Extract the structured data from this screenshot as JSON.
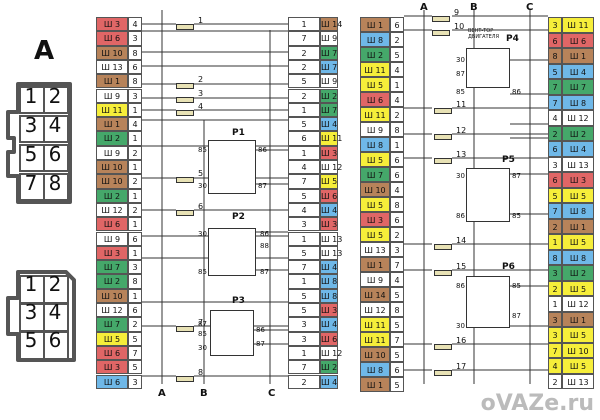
{
  "connector_label": "A",
  "connector8_pins": [
    "1",
    "2",
    "3",
    "4",
    "5",
    "6",
    "7",
    "8"
  ],
  "connector6_pins": [
    "1",
    "2",
    "3",
    "4",
    "5",
    "6"
  ],
  "bus_labels": {
    "A": "A",
    "B": "B",
    "C": "C"
  },
  "fuse_numbers": [
    "1",
    "2",
    "3",
    "4",
    "5",
    "6",
    "7",
    "8",
    "9",
    "10",
    "11",
    "12",
    "13",
    "14",
    "15",
    "16",
    "17"
  ],
  "relays": [
    {
      "label": "P1",
      "pins": [
        "85",
        "86",
        "30",
        "87"
      ]
    },
    {
      "label": "P2",
      "pins": [
        "30",
        "86",
        "88",
        "85",
        "87"
      ]
    },
    {
      "label": "P3",
      "pins": [
        "87",
        "85",
        "30",
        "86",
        "87"
      ]
    },
    {
      "label": "P4",
      "pins": [
        "30",
        "87",
        "85",
        "86"
      ],
      "note": "ВЕНТ-ТОР ДВИГАТЕЛЯ"
    },
    {
      "label": "P5",
      "pins": [
        "30",
        "87",
        "86",
        "85"
      ]
    },
    {
      "label": "P6",
      "pins": [
        "86",
        "85",
        "30",
        "87"
      ]
    }
  ],
  "colors": {
    "red": "#e06666",
    "brown": "#b7835a",
    "yellow": "#f6ee3a",
    "green": "#45a86a",
    "blue": "#6fb8e8",
    "white": "#ffffff",
    "gray": "#c8c8c8"
  },
  "col1": [
    {
      "l": "Ш 3",
      "n": "4",
      "c": "red"
    },
    {
      "l": "Ш 6",
      "n": "3",
      "c": "red"
    },
    {
      "l": "Ш 10",
      "n": "8",
      "c": "brown"
    },
    {
      "l": "Ш 13",
      "n": "6",
      "c": "white"
    },
    {
      "l": "Ш 1",
      "n": "8",
      "c": "brown"
    },
    {
      "l": "Ш 9",
      "n": "3",
      "c": "white"
    },
    {
      "l": "Ш 11",
      "n": "1",
      "c": "yellow"
    },
    {
      "l": "Ш 1",
      "n": "4",
      "c": "brown"
    },
    {
      "l": "Ш 2",
      "n": "1",
      "c": "green"
    },
    {
      "l": "Ш 9",
      "n": "2",
      "c": "white"
    },
    {
      "l": "Ш 10",
      "n": "1",
      "c": "brown"
    },
    {
      "l": "Ш 10",
      "n": "2",
      "c": "brown"
    },
    {
      "l": "Ш 2",
      "n": "1",
      "c": "green"
    },
    {
      "l": "Ш 12",
      "n": "2",
      "c": "white"
    },
    {
      "l": "Ш 6",
      "n": "1",
      "c": "red"
    },
    {
      "l": "Ш 9",
      "n": "6",
      "c": "white"
    },
    {
      "l": "Ш 3",
      "n": "1",
      "c": "red"
    },
    {
      "l": "Ш 7",
      "n": "3",
      "c": "green"
    },
    {
      "l": "Ш 2",
      "n": "8",
      "c": "green"
    },
    {
      "l": "Ш 10",
      "n": "1",
      "c": "brown"
    },
    {
      "l": "Ш 12",
      "n": "6",
      "c": "white"
    },
    {
      "l": "Ш 7",
      "n": "2",
      "c": "green"
    },
    {
      "l": "Ш 5",
      "n": "5",
      "c": "yellow"
    },
    {
      "l": "Ш 6",
      "n": "7",
      "c": "red"
    },
    {
      "l": "Ш 3",
      "n": "5",
      "c": "red"
    },
    {
      "l": "Ш 6",
      "n": "3",
      "c": "blue"
    }
  ],
  "col2": [
    {
      "l": "Ш 14",
      "n": "1",
      "c": "brown"
    },
    {
      "l": "Ш 9",
      "n": "7",
      "c": "white"
    },
    {
      "l": "Ш 7",
      "n": "2",
      "c": "green"
    },
    {
      "l": "Ш 7",
      "n": "2",
      "c": "blue"
    },
    {
      "l": "Ш 9",
      "n": "5",
      "c": "white"
    },
    {
      "l": "Ш 2",
      "n": "2",
      "c": "green"
    },
    {
      "l": "Ш 7",
      "n": "1",
      "c": "green"
    },
    {
      "l": "Ш 4",
      "n": "5",
      "c": "blue"
    },
    {
      "l": "Ш 11",
      "n": "6",
      "c": "yellow"
    },
    {
      "l": "Ш 3",
      "n": "1",
      "c": "red"
    },
    {
      "l": "Ш 12",
      "n": "4",
      "c": "white"
    },
    {
      "l": "Ш 5",
      "n": "7",
      "c": "yellow"
    },
    {
      "l": "Ш 6",
      "n": "5",
      "c": "red"
    },
    {
      "l": "Ш 4",
      "n": "4",
      "c": "blue"
    },
    {
      "l": "Ш 3",
      "n": "3",
      "c": "red"
    },
    {
      "l": "Ш 13",
      "n": "1",
      "c": "white"
    },
    {
      "l": "Ш 13",
      "n": "5",
      "c": "white"
    },
    {
      "l": "Ш 4",
      "n": "7",
      "c": "blue"
    },
    {
      "l": "Ш 8",
      "n": "1",
      "c": "blue"
    },
    {
      "l": "Ш 8",
      "n": "5",
      "c": "blue"
    },
    {
      "l": "Ш 3",
      "n": "5",
      "c": "red"
    },
    {
      "l": "Ш 4",
      "n": "3",
      "c": "blue"
    },
    {
      "l": "Ш 6",
      "n": "3",
      "c": "red"
    },
    {
      "l": "Ш 12",
      "n": "1",
      "c": "white"
    },
    {
      "l": "Ш 2",
      "n": "7",
      "c": "green"
    },
    {
      "l": "Ш 4",
      "n": "2",
      "c": "blue"
    }
  ],
  "col3": [
    {
      "l": "Ш 1",
      "n": "6",
      "c": "brown"
    },
    {
      "l": "Ш 8",
      "n": "2",
      "c": "blue"
    },
    {
      "l": "Ш 2",
      "n": "5",
      "c": "green"
    },
    {
      "l": "Ш 11",
      "n": "4",
      "c": "yellow"
    },
    {
      "l": "Ш 5",
      "n": "1",
      "c": "yellow"
    },
    {
      "l": "Ш 6",
      "n": "4",
      "c": "red"
    },
    {
      "l": "Ш 11",
      "n": "2",
      "c": "yellow"
    },
    {
      "l": "Ш 9",
      "n": "8",
      "c": "white"
    },
    {
      "l": "Ш 8",
      "n": "1",
      "c": "blue"
    },
    {
      "l": "Ш 5",
      "n": "6",
      "c": "yellow"
    },
    {
      "l": "Ш 7",
      "n": "6",
      "c": "green"
    },
    {
      "l": "Ш 10",
      "n": "4",
      "c": "brown"
    },
    {
      "l": "Ш 5",
      "n": "8",
      "c": "yellow"
    },
    {
      "l": "Ш 3",
      "n": "6",
      "c": "red"
    },
    {
      "l": "Ш 5",
      "n": "2",
      "c": "yellow"
    },
    {
      "l": "Ш 13",
      "n": "3",
      "c": "white"
    },
    {
      "l": "Ш 1",
      "n": "7",
      "c": "brown"
    },
    {
      "l": "Ш 9",
      "n": "4",
      "c": "white"
    },
    {
      "l": "Ш 14",
      "n": "5",
      "c": "brown"
    },
    {
      "l": "Ш 12",
      "n": "8",
      "c": "white"
    },
    {
      "l": "Ш 11",
      "n": "5",
      "c": "yellow"
    },
    {
      "l": "Ш 11",
      "n": "7",
      "c": "yellow"
    },
    {
      "l": "Ш 10",
      "n": "5",
      "c": "brown"
    },
    {
      "l": "Ш 8",
      "n": "6",
      "c": "blue"
    },
    {
      "l": "Ш 1",
      "n": "5",
      "c": "brown"
    }
  ],
  "col4": [
    {
      "l": "3",
      "r": "Ш 11",
      "c": "yellow"
    },
    {
      "l": "6",
      "r": "Ш 6",
      "c": "red"
    },
    {
      "l": "8",
      "r": "Ш 1",
      "c": "brown"
    },
    {
      "l": "5",
      "r": "Ш 4",
      "c": "blue"
    },
    {
      "l": "7",
      "r": "Ш 7",
      "c": "green"
    },
    {
      "l": "7",
      "r": "Ш 8",
      "c": "blue"
    },
    {
      "l": "4",
      "r": "Ш 12",
      "c": "white"
    },
    {
      "l": "2",
      "r": "Ш 2",
      "c": "green"
    },
    {
      "l": "6",
      "r": "Ш 4",
      "c": "blue"
    },
    {
      "l": "3",
      "r": "Ш 13",
      "c": "white"
    },
    {
      "l": "6",
      "r": "Ш 3",
      "c": "red"
    },
    {
      "l": "5",
      "r": "Ш 5",
      "c": "yellow"
    },
    {
      "l": "7",
      "r": "Ш 8",
      "c": "blue"
    },
    {
      "l": "2",
      "r": "Ш 1",
      "c": "brown"
    },
    {
      "l": "1",
      "r": "Ш 5",
      "c": "yellow"
    },
    {
      "l": "8",
      "r": "Ш 8",
      "c": "blue"
    },
    {
      "l": "3",
      "r": "Ш 2",
      "c": "green"
    },
    {
      "l": "2",
      "r": "Ш 5",
      "c": "yellow"
    },
    {
      "l": "1",
      "r": "Ш 12",
      "c": "white"
    },
    {
      "l": "3",
      "r": "Ш 1",
      "c": "brown"
    },
    {
      "l": "3",
      "r": "Ш 5",
      "c": "yellow"
    },
    {
      "l": "7",
      "r": "Ш 10",
      "c": "yellow"
    },
    {
      "l": "4",
      "r": "Ш 5",
      "c": "yellow"
    },
    {
      "l": "2",
      "r": "Ш 13",
      "c": "white"
    }
  ],
  "watermark": "oVAZe.ru"
}
